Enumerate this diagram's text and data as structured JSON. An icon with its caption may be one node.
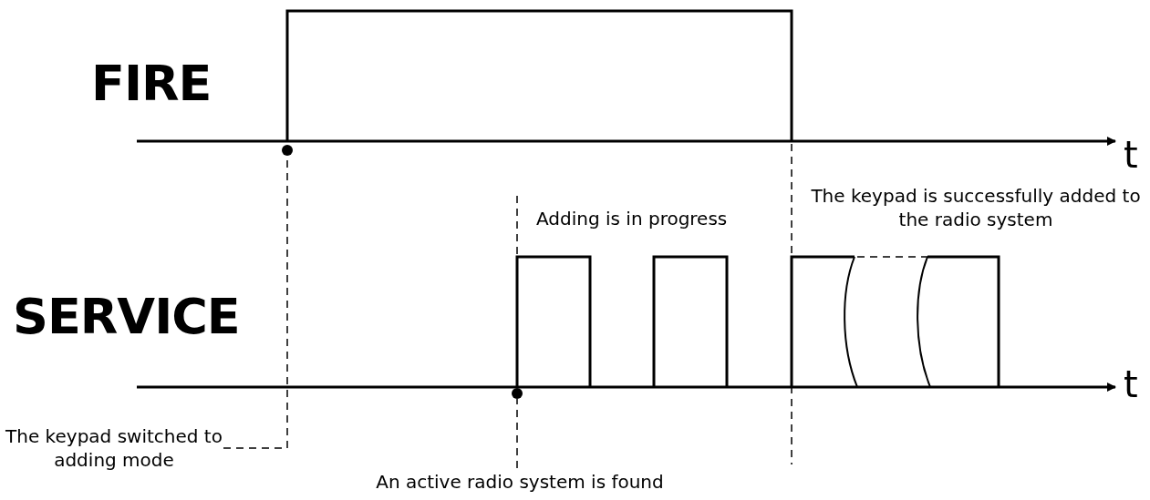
{
  "diagram": {
    "nodes": [
      {
        "text": [
          "The keypad switched to adding mode"
        ]
      },
      {
        "text": [],
        "shape": "circle"
      },
      {
        "text": [
          "An active radio system is found"
        ]
      },
      {
        "text": [],
        "shape": "circle"
      }
    ],
    "edges": [
      {
        "from": 0,
        "to": 1,
        "arrow": "none",
        "style": "dashed"
      },
      {
        "from": 2,
        "to": 3,
        "arrow": "none",
        "style": "dashed"
      }
    ],
    "labels": [
      "FIRE",
      "t",
      "Adding is in progress",
      "The keypad is successfully added to the radio system",
      "SERVICE",
      "t"
    ]
  }
}
